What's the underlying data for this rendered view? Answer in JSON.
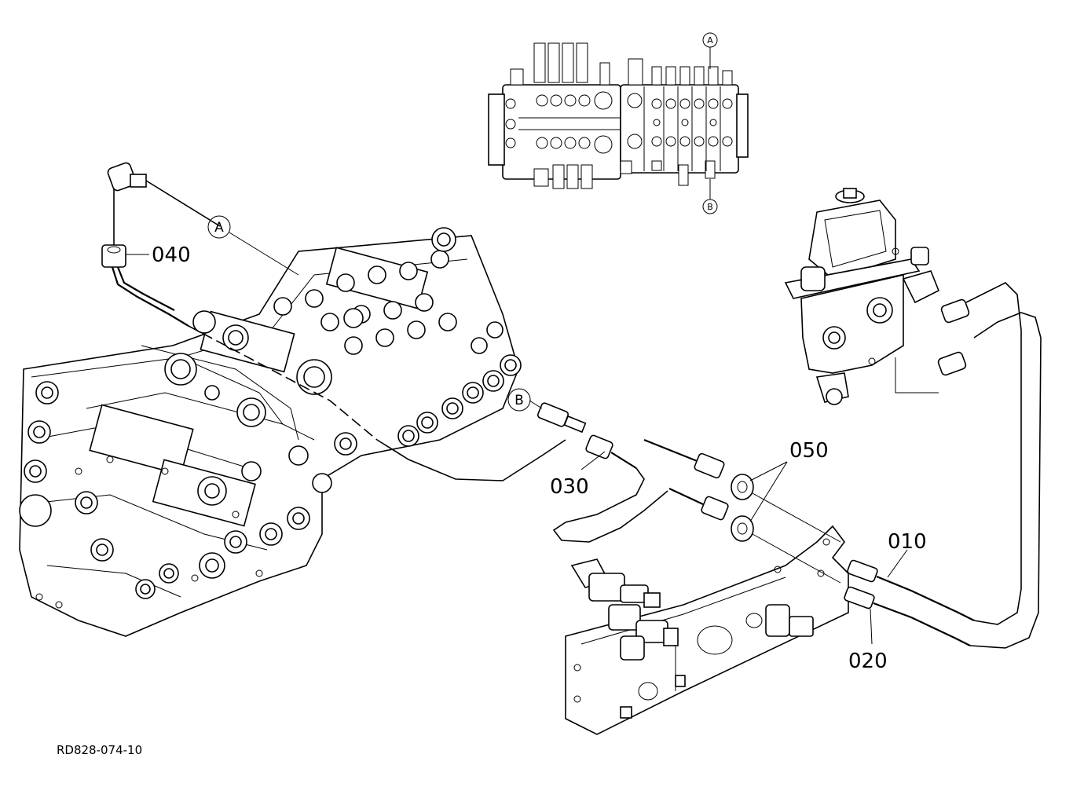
{
  "diagram_code": "RD828-074-10",
  "callouts": {
    "a": "A",
    "b": "B"
  },
  "parts": [
    {
      "id": "p010",
      "number": "010"
    },
    {
      "id": "p020",
      "number": "020"
    },
    {
      "id": "p030",
      "number": "030"
    },
    {
      "id": "p040",
      "number": "040"
    },
    {
      "id": "p050",
      "number": "050"
    }
  ]
}
